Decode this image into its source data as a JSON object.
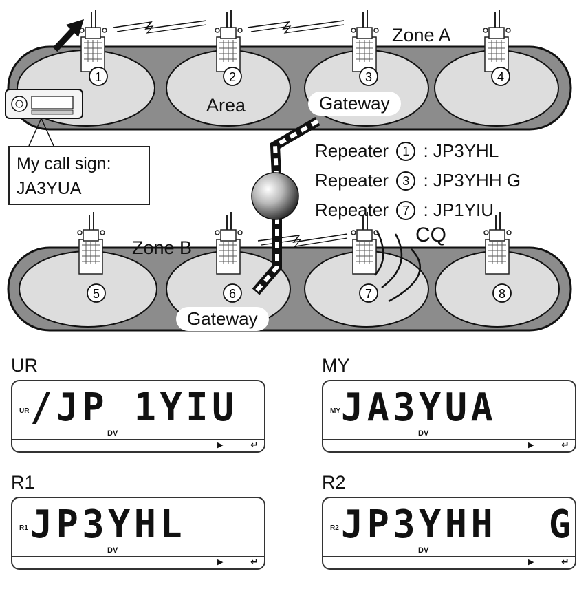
{
  "zones": {
    "a": "Zone A",
    "b": "Zone B"
  },
  "area_label": "Area",
  "gateway_label": "Gateway",
  "cq_label": "CQ",
  "my_callsign_box": {
    "line1": "My call sign:",
    "line2": "JA3YUA"
  },
  "repeater_numbers": [
    "①",
    "②",
    "③",
    "④",
    "⑤",
    "⑥",
    "⑦",
    "⑧"
  ],
  "repeaters": [
    {
      "prefix": "Repeater",
      "num": "1",
      "sep": ":",
      "call": "JP3YHL"
    },
    {
      "prefix": "Repeater",
      "num": "3",
      "sep": ":",
      "call": "JP3YHH G"
    },
    {
      "prefix": "Repeater",
      "num": "7",
      "sep": ":",
      "call": "JP1YIU"
    }
  ],
  "lcd_panels": [
    {
      "heading": "UR",
      "tag": "UR",
      "text": "/JP 1YIU",
      "dv": "DV"
    },
    {
      "heading": "MY",
      "tag": "MY",
      "text": "JA3YUA",
      "dv": "DV"
    },
    {
      "heading": "R1",
      "tag": "R1",
      "text": "JP3YHL",
      "dv": "DV"
    },
    {
      "heading": "R2",
      "tag": "R2",
      "text": "JP3YHH  G",
      "dv": "DV"
    }
  ],
  "lcd_icons": {
    "play": "play-icon",
    "enter": "enter-icon"
  }
}
